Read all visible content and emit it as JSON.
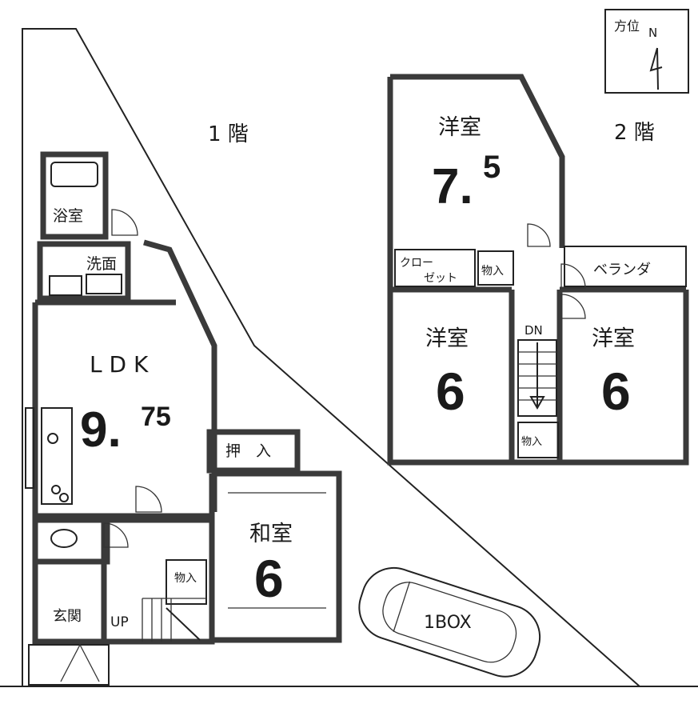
{
  "compass": {
    "label": "方位",
    "north": "N"
  },
  "floor1": {
    "title": "1 階",
    "rooms": {
      "bath": "浴室",
      "washroom": "洗面",
      "ldk": "L D K",
      "ldk_size_main": "9.",
      "ldk_size_sub": "75",
      "oshiire": "押　入",
      "washitsu": "和室",
      "washitsu_size": "6",
      "closet": "物入",
      "entrance": "玄関",
      "stairs_up": "UP"
    }
  },
  "floor2": {
    "title": "2 階",
    "rooms": {
      "youshitsu_north": "洋室",
      "youshitsu_north_size": "7.",
      "youshitsu_north_size_sub": "5",
      "closet_label_1": "クロー",
      "closet_label_2": "ゼット",
      "storage_top": "物入",
      "veranda": "ベランダ",
      "youshitsu_left": "洋室",
      "youshitsu_left_size": "6",
      "youshitsu_right": "洋室",
      "youshitsu_right_size": "6",
      "stairs_down": "DN",
      "storage_bottom": "物入"
    }
  },
  "parking": {
    "car_label": "1BOX"
  }
}
